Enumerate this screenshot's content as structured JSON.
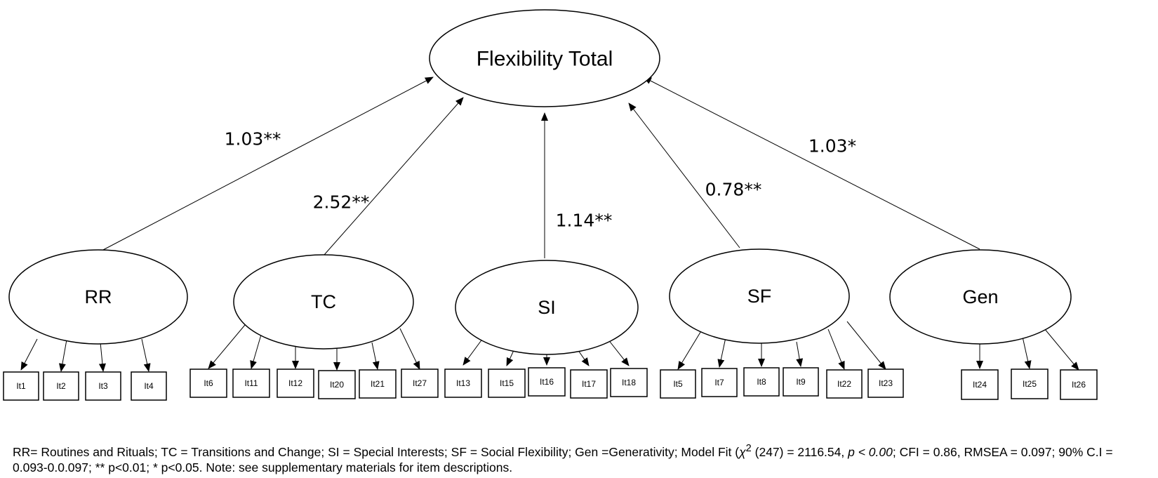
{
  "diagram": {
    "top_node": "Flexibility Total",
    "factors": [
      {
        "id": "rr",
        "label": "RR",
        "coef": "1.03**",
        "items": [
          "It1",
          "It2",
          "It3",
          "It4"
        ]
      },
      {
        "id": "tc",
        "label": "TC",
        "coef": "2.52**",
        "items": [
          "It6",
          "It11",
          "It12",
          "It20",
          "It21",
          "It27"
        ]
      },
      {
        "id": "si",
        "label": "SI",
        "coef": "1.14**",
        "items": [
          "It13",
          "It15",
          "It16",
          "It17",
          "It18"
        ]
      },
      {
        "id": "sf",
        "label": "SF",
        "coef": "0.78**",
        "items": [
          "It5",
          "It7",
          "It8",
          "It9",
          "It22",
          "It23"
        ]
      },
      {
        "id": "gen",
        "label": "Gen",
        "coef": "1.03*",
        "items": [
          "It24",
          "It25",
          "It26"
        ]
      }
    ]
  },
  "note": {
    "part1": "RR= Routines and Rituals; TC = Transitions and Change; SI = Special Interests; SF = Social Flexibility; Gen =Generativity; Model Fit (",
    "chi": "χ",
    "chi_sup": "2",
    "part2": " (247) = 2116.54, ",
    "p_italic": "p < 0.00",
    "part3": "; CFI = 0.86, RMSEA = 0.097; 90% C.I = 0.093-0.0.097; ** p<0.01; * p<0.05. Note: see supplementary materials for item descriptions."
  }
}
